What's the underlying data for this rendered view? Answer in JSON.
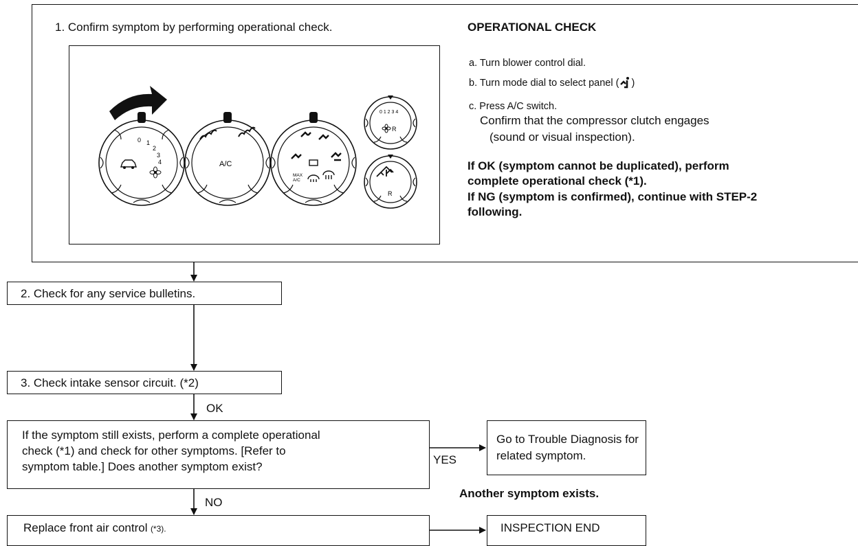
{
  "step1": {
    "instruction": "1. Confirm symptom by performing operational check."
  },
  "panel_labels": {
    "ac": "A/C",
    "max_ac": "MAX\nA/C",
    "fan_scale": [
      "0",
      "1",
      "2",
      "3",
      "4"
    ],
    "rear_fan_scale": "0 1 2 3 4",
    "rear_r": "R"
  },
  "operational_check": {
    "heading": "OPERATIONAL CHECK",
    "item_a": "a. Turn blower control dial.",
    "item_b_prefix": "b. Turn mode dial to select panel (",
    "item_b_suffix": ")",
    "item_c": "c. Press A/C switch.",
    "item_c_detail_1": "Confirm that the compressor clutch engages",
    "item_c_detail_2": "(sound or visual inspection).",
    "ok_text": "If OK (symptom cannot be duplicated), perform\ncomplete operational check (*1).",
    "ng_text": "If NG (symptom is confirmed), continue with STEP-2\nfollowing."
  },
  "step2": {
    "text": "2. Check for any service bulletins."
  },
  "step3": {
    "text": "3. Check intake sensor circuit. (*2)"
  },
  "labels": {
    "ok": "OK",
    "no": "NO",
    "yes": "YES"
  },
  "step4": {
    "text": "If the symptom still exists, perform a complete operational\ncheck (*1) and check for other symptoms. [Refer to\nsymptom table.] Does another symptom exist?"
  },
  "trouble": {
    "text": "Go to Trouble Diagnosis for\nrelated symptom."
  },
  "another": {
    "text": "Another symptom exists."
  },
  "replace": {
    "text": "Replace front air control",
    "suffix": "(*3)."
  },
  "end": {
    "text": "INSPECTION END"
  }
}
